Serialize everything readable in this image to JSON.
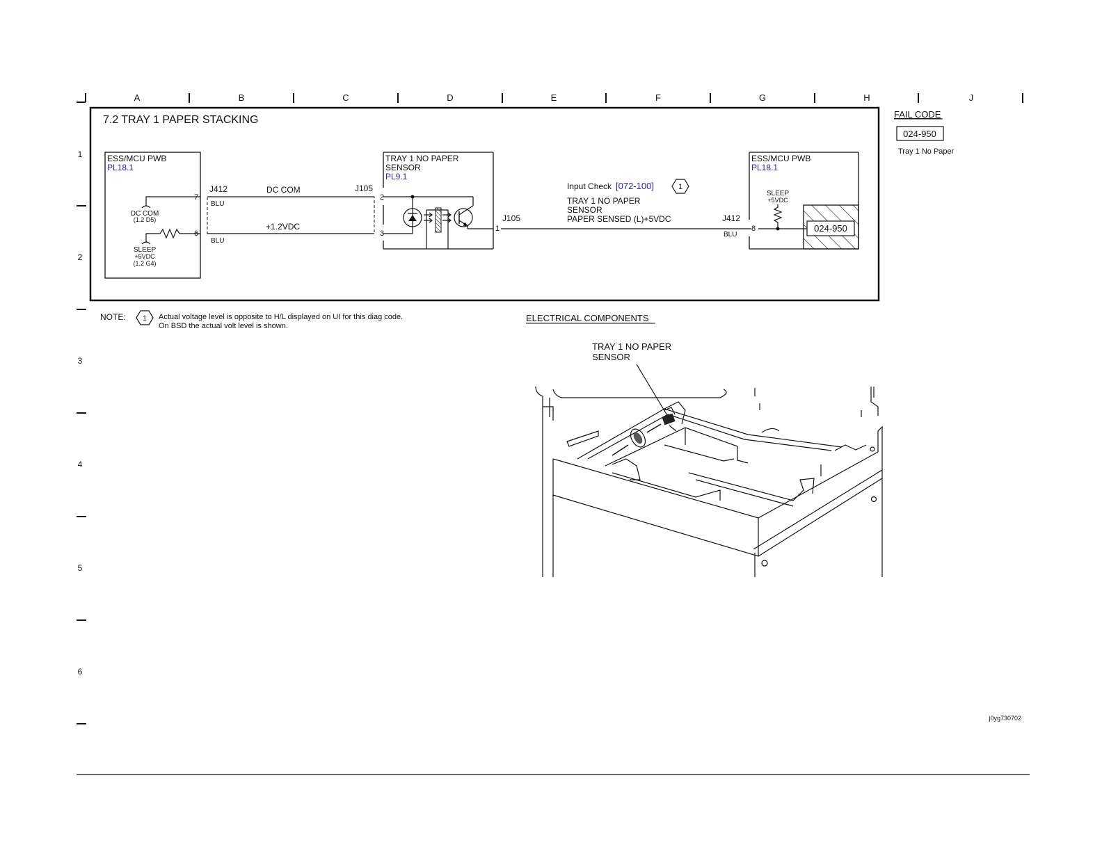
{
  "grid": {
    "columns": [
      "A",
      "B",
      "C",
      "D",
      "E",
      "F",
      "G",
      "H",
      "J"
    ],
    "rows": [
      "1",
      "2",
      "3",
      "4",
      "5",
      "6"
    ]
  },
  "title": "7.2 TRAY 1 PAPER STACKING",
  "fail_code": {
    "heading": "FAIL CODE",
    "code": "024-950",
    "description": "Tray 1 No Paper"
  },
  "left_pwb": {
    "title": "ESS/MCU PWB",
    "ref": "PL18.1",
    "connector": "J412",
    "pin_top": "7",
    "pin_bottom": "6",
    "dc_com_label": "DC COM",
    "dc_com_ref": "(1.2 D5)",
    "sleep_label": "SLEEP",
    "sleep_voltage": "+5VDC",
    "sleep_ref": "(1.2 G4)"
  },
  "wires": {
    "top_label": "DC COM",
    "bottom_label": "+1.2VDC",
    "color_top": "BLU",
    "color_bottom": "BLU",
    "sensor_connector": "J105",
    "signal_connector_left": "J105",
    "signal_connector_right": "J412",
    "signal_color": "BLU"
  },
  "sensor": {
    "title_line1": "TRAY 1 NO PAPER",
    "title_line2": "SENSOR",
    "ref": "PL9.1",
    "pin_top": "2",
    "pin_bottom": "3",
    "pin_out": "1"
  },
  "signal": {
    "input_check_label": "Input Check",
    "input_check_code": "[072-100]",
    "note_number": "1",
    "line1": "TRAY 1 NO PAPER",
    "line2": "SENSOR",
    "line3": "PAPER SENSED (L)+5VDC"
  },
  "right_pwb": {
    "title": "ESS/MCU PWB",
    "ref": "PL18.1",
    "sleep_label": "SLEEP",
    "sleep_voltage": "+5VDC",
    "pin": "8",
    "code_box": "024-950"
  },
  "note": {
    "label": "NOTE:",
    "number": "1",
    "line1": "Actual voltage level is opposite to H/L displayed on UI for this diag code.",
    "line2": "On BSD the actual volt level is shown."
  },
  "components": {
    "heading": "ELECTRICAL COMPONENTS",
    "callout_line1": "TRAY 1 NO PAPER",
    "callout_line2": "SENSOR"
  },
  "image_id": "j0yg730702",
  "colors": {
    "link": "#2222cc",
    "line": "#111111"
  }
}
